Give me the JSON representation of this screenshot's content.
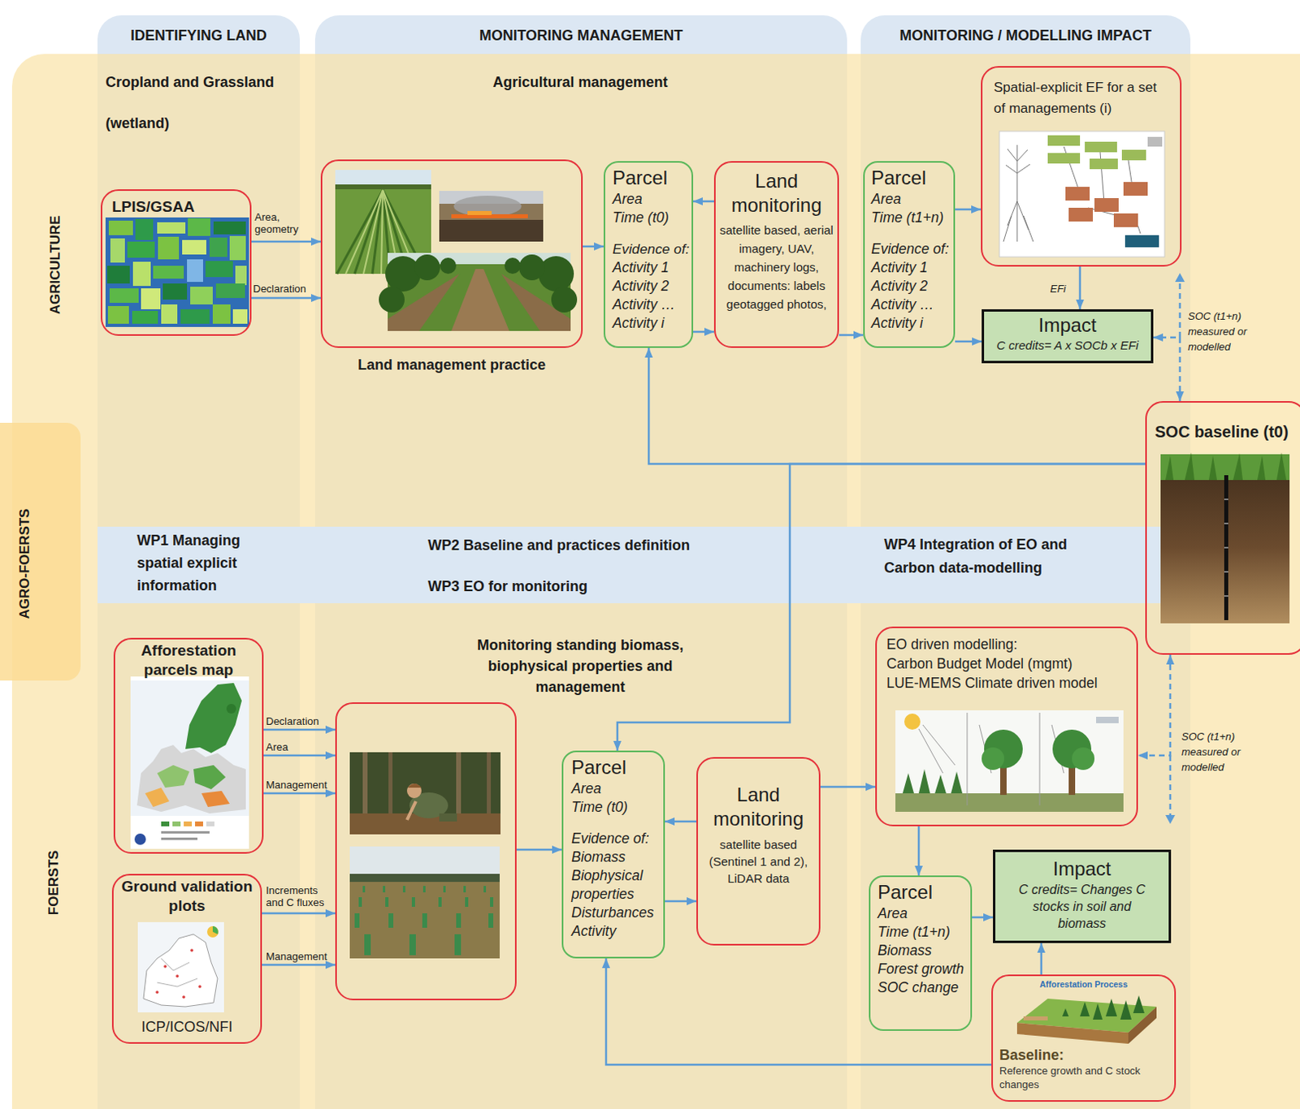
{
  "diagram": {
    "nodes": [
      {
        "text": [
          "LPIS/GSAA"
        ]
      },
      {
        "text": [
          "Land management practice"
        ]
      },
      {
        "text": [
          "Parcel",
          "Area",
          "Time (t0)",
          "Evidence of:",
          "Activity 1",
          "Activity 2",
          "Activity …",
          "Activity i"
        ]
      },
      {
        "text": [
          "Land monitoring",
          "satellite based, aerial imagery, UAV, machinery logs, documents: labels geotagged photos,"
        ]
      },
      {
        "text": [
          "Parcel",
          "Area",
          "Time (t1+n)",
          "Evidence of:",
          "Activity 1",
          "Activity 2",
          "Activity …",
          "Activity i"
        ]
      },
      {
        "text": [
          "Spatial-explicit EF for a set of managements (i)"
        ]
      },
      {
        "text": [
          "Impact",
          "C credits= A x SOCb x EFi"
        ]
      },
      {
        "text": [
          "SOC baseline (t0)"
        ]
      },
      {
        "text": [
          "Afforestation parcels map"
        ]
      },
      {
        "text": [
          "Ground validation plots",
          "ICP/ICOS/NFI"
        ]
      },
      {
        "text": []
      },
      {
        "text": [
          "Parcel",
          "Area",
          "Time (t0)",
          "Evidence of:",
          "Biomass",
          "Biophysical properties",
          "Disturbances",
          "Activity"
        ]
      },
      {
        "text": [
          "Land monitoring",
          "satellite based (Sentinel 1 and 2), LiDAR data"
        ]
      },
      {
        "text": [
          "EO driven modelling:",
          "Carbon Budget Model (mgmt)",
          "LUE-MEMS Climate driven model"
        ]
      },
      {
        "text": [
          "Parcel",
          "Area",
          "Time (t1+n)",
          "Biomass",
          "Forest growth",
          "SOC change"
        ]
      },
      {
        "text": [
          "Impact",
          "C credits= Changes C stocks in soil and biomass"
        ]
      },
      {
        "text": [
          "Afforestation Process",
          "Baseline:",
          "Reference growth and C stock changes"
        ]
      }
    ],
    "edges": [
      {
        "from": 0,
        "to": 1,
        "label": "Area, geometry",
        "arrow": "to"
      },
      {
        "from": 0,
        "to": 1,
        "label": "Declaration",
        "arrow": "to"
      },
      {
        "from": 1,
        "to": 2,
        "arrow": "to"
      },
      {
        "from": 3,
        "to": 2,
        "arrow": "to"
      },
      {
        "from": 2,
        "to": 3,
        "arrow": "to"
      },
      {
        "from": 3,
        "to": 4,
        "arrow": "to"
      },
      {
        "from": 4,
        "to": 5,
        "arrow": "to"
      },
      {
        "from": 5,
        "to": 6,
        "label": "EFi",
        "arrow": "to"
      },
      {
        "from": 4,
        "to": 6,
        "arrow": "to"
      },
      {
        "from": 7,
        "to": 6,
        "label": "SOC (t1+n) measured or modelled",
        "arrow": "both"
      },
      {
        "from": 7,
        "to": 2,
        "arrow": "to"
      },
      {
        "from": 7,
        "to": 11,
        "arrow": "to"
      },
      {
        "from": 8,
        "to": 10,
        "label": "Declaration",
        "arrow": "to"
      },
      {
        "from": 8,
        "to": 10,
        "label": "Area",
        "arrow": "to"
      },
      {
        "from": 8,
        "to": 10,
        "label": "Management",
        "arrow": "to"
      },
      {
        "from": 9,
        "to": 10,
        "label": "Increments and C fluxes",
        "arrow": "to"
      },
      {
        "from": 9,
        "to": 10,
        "label": "Management",
        "arrow": "to"
      },
      {
        "from": 10,
        "to": 11,
        "arrow": "to"
      },
      {
        "from": 12,
        "to": 11,
        "arrow": "to"
      },
      {
        "from": 11,
        "to": 12,
        "arrow": "to"
      },
      {
        "from": 12,
        "to": 13,
        "arrow": "to"
      },
      {
        "from": 13,
        "to": 14,
        "arrow": "to"
      },
      {
        "from": 14,
        "to": 15,
        "arrow": "to"
      },
      {
        "from": 16,
        "to": 15,
        "arrow": "to"
      },
      {
        "from": 16,
        "to": 11,
        "arrow": "to"
      },
      {
        "from": 7,
        "to": 13,
        "label": "SOC (t1+n) measured or modelled",
        "arrow": "both"
      }
    ],
    "labels": [
      "IDENTIFYING LAND",
      "MONITORING MANAGEMENT",
      "MONITORING / MODELLING IMPACT",
      "Cropland and Grassland",
      "(wetland)",
      "Agricultural management",
      "AGRICULTURE",
      "AGRO-FOERSTS",
      "WP1 Managing spatial explicit information",
      "WP2 Baseline and practices definition",
      "WP3 EO for monitoring",
      "WP4 Integration of EO and Carbon data-modelling",
      "Monitoring standing biomass, biophysical properties and management",
      "FOERSTS"
    ]
  }
}
